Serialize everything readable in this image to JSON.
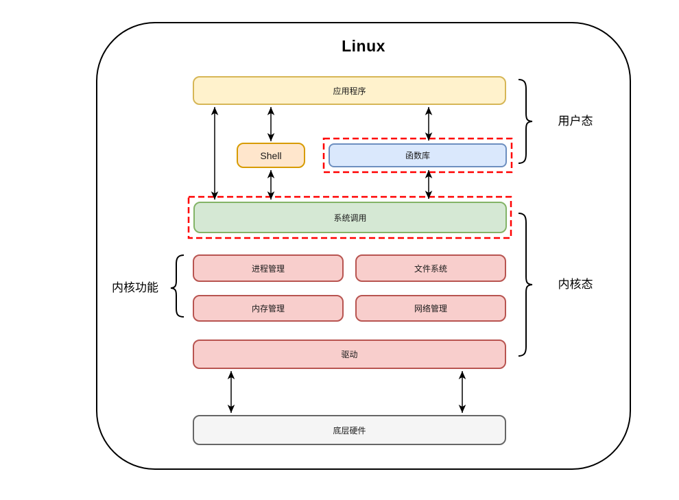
{
  "diagram": {
    "title": "Linux",
    "nodes": {
      "app": {
        "label": "应用程序"
      },
      "shell": {
        "label": "Shell"
      },
      "library": {
        "label": "函数库",
        "highlighted": true
      },
      "syscall": {
        "label": "系统调用",
        "highlighted": true
      },
      "process": {
        "label": "进程管理"
      },
      "filesystem": {
        "label": "文件系统"
      },
      "memory": {
        "label": "内存管理"
      },
      "network": {
        "label": "网络管理"
      },
      "driver": {
        "label": "驱动"
      },
      "hardware": {
        "label": "底层硬件"
      }
    },
    "annotations": {
      "user_mode": "用户态",
      "kernel_mode": "内核态",
      "kernel_functions": "内核功能"
    },
    "edges": [
      {
        "from": "app",
        "to": "syscall",
        "type": "double-arrow"
      },
      {
        "from": "app",
        "to": "shell",
        "type": "double-arrow"
      },
      {
        "from": "shell",
        "to": "syscall",
        "type": "double-arrow"
      },
      {
        "from": "app",
        "to": "library",
        "type": "double-arrow"
      },
      {
        "from": "library",
        "to": "syscall",
        "type": "double-arrow"
      },
      {
        "from": "driver",
        "to": "hardware",
        "type": "double-arrow"
      },
      {
        "from": "driver",
        "to": "hardware",
        "type": "double-arrow"
      }
    ],
    "colors": {
      "yellow_fill": "#FFF2CC",
      "yellow_border": "#D6B656",
      "orange_fill": "#FFE6CC",
      "orange_border": "#D79B00",
      "blue_fill": "#DAE8FC",
      "blue_border": "#6C8EBF",
      "green_fill": "#D5E8D4",
      "green_border": "#82B366",
      "red_fill": "#F8CECC",
      "red_border": "#B85450",
      "gray_fill": "#F5F5F5",
      "gray_border": "#666666",
      "highlight_dash": "#FF0000",
      "line": "#000000"
    }
  }
}
